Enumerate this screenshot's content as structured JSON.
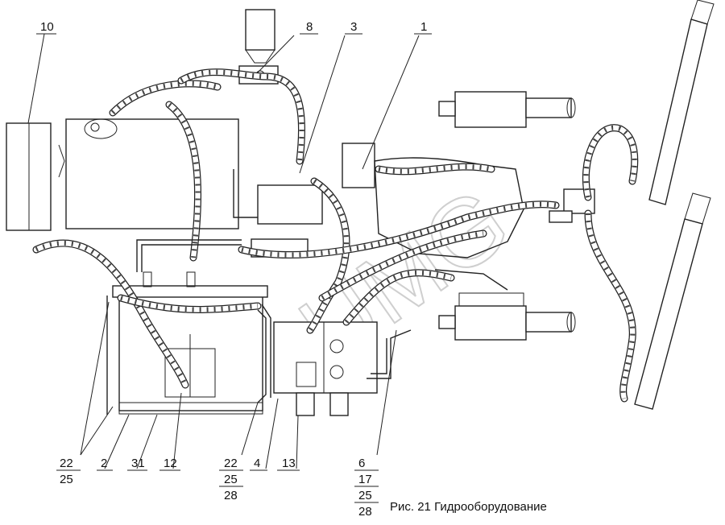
{
  "callouts_top": [
    "10",
    "8",
    "3",
    "1"
  ],
  "callouts_bottom": {
    "c22a": "22",
    "c25a": "25",
    "c2": "2",
    "c31": "31",
    "c12": "12",
    "c22b": "22",
    "c25b": "25",
    "c28b": "28",
    "c4": "4",
    "c13": "13",
    "c6": "6",
    "c17": "17",
    "c25c": "25",
    "c28c": "28"
  },
  "caption": "Рис. 21 Гидрооборудование",
  "watermark": "UMG"
}
